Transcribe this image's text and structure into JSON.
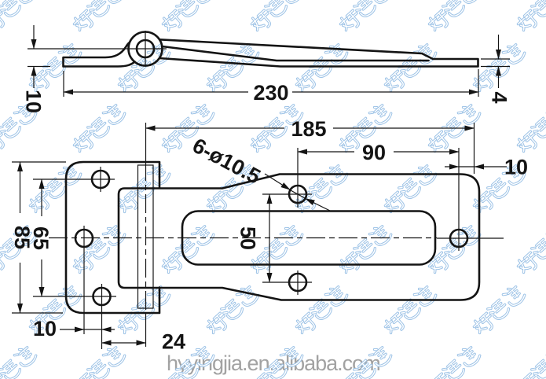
{
  "drawing": {
    "side_view": {
      "overall_length": "230",
      "pin_to_bottom": "10",
      "strap_thickness": "4"
    },
    "plan_view": {
      "pin_to_end": "185",
      "hole_span": "90",
      "hole_edge_offset": "10",
      "hole_pair_spacing": "50",
      "plate_height": "85",
      "plate_hole_spacing": "65",
      "hole_offset": "10",
      "hole_to_pin": "24",
      "holes_callout": "6-ø10.5"
    }
  },
  "watermark": {
    "brand": "好运道",
    "website": "hyyingjia.en.alibaba.com",
    "color": "#9cc2e6"
  },
  "colors": {
    "ink": "#141414",
    "website_text": "#a2a2a2",
    "background": "#ffffff"
  }
}
